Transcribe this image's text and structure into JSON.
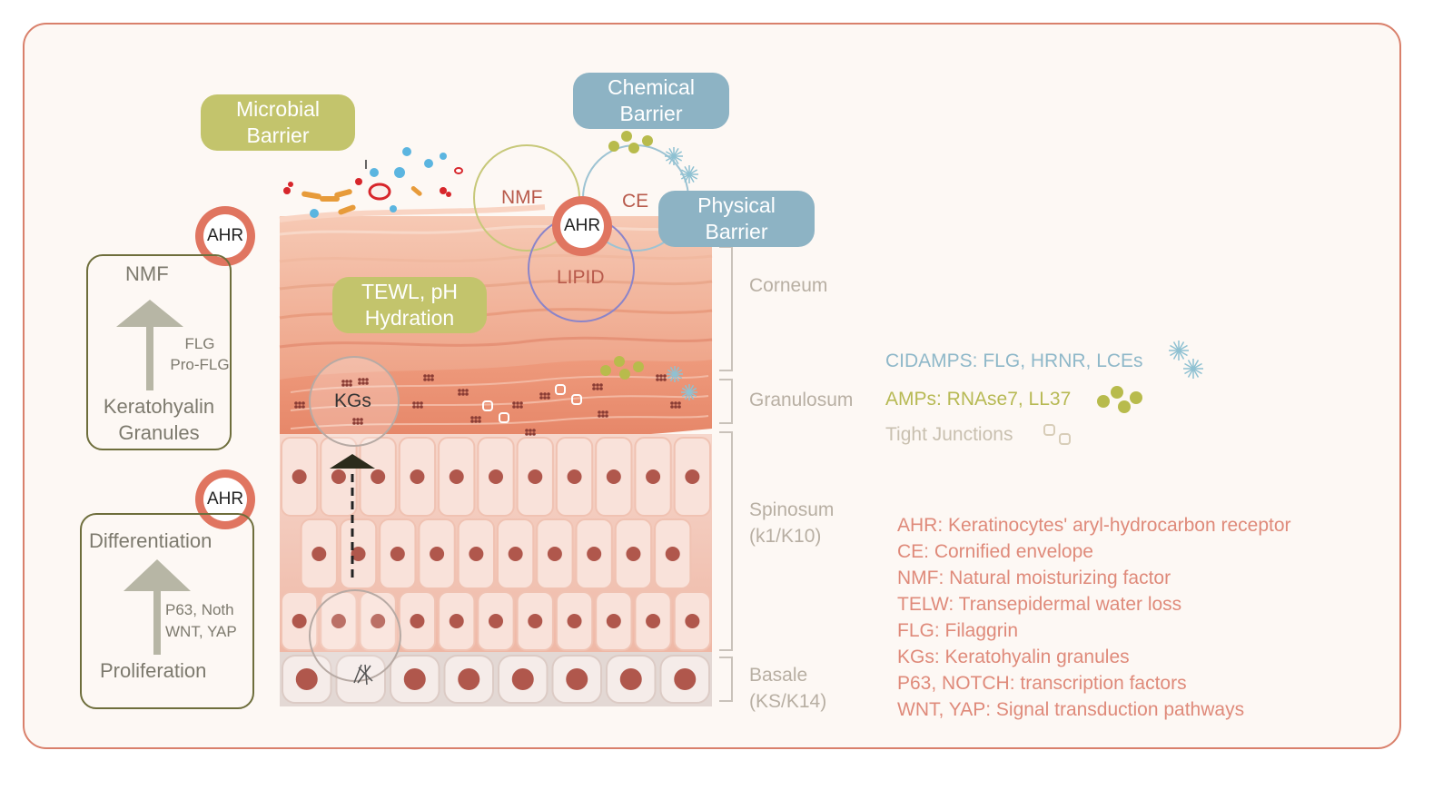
{
  "colors": {
    "frame": "#d9806b",
    "green_pill": "#c3c46c",
    "blue_pill": "#8db3c4",
    "ahr": "#e07560",
    "glossary": "#df8a7a",
    "cidamps": "#8fb8c9",
    "amps": "#b7b954"
  },
  "barriers": {
    "microbial": [
      "Microbial",
      "Barrier"
    ],
    "chemical": [
      "Chemical",
      "Barrier"
    ],
    "physical": [
      "Physical",
      "Barrier"
    ],
    "tewl": [
      "TEWL, pH",
      "Hydration"
    ]
  },
  "venn": {
    "nmf": "NMF",
    "ce": "CE",
    "lipid": "LIPID",
    "ahr": "AHR"
  },
  "ahr_label": "AHR",
  "kgs_label": "KGs",
  "left_top": {
    "top": "NMF",
    "arrow_label": [
      "FLG",
      "Pro-FLG"
    ],
    "bottom": [
      "Keratohyalin",
      "Granules"
    ]
  },
  "left_bottom": {
    "top": "Differentiation",
    "arrow_label": [
      "P63, Noth",
      "WNT, YAP"
    ],
    "bottom": "Proliferation"
  },
  "layers": {
    "corneum": "Corneum",
    "granulosum": "Granulosum",
    "spinosum": [
      "Spinosum",
      "(k1/K10)"
    ],
    "basale": [
      "Basale",
      "(KS/K14)"
    ]
  },
  "legend": {
    "cidamps": "CIDAMPS: FLG, HRNR, LCEs",
    "amps": "AMPs: RNAse7, LL37",
    "tj": "Tight Junctions"
  },
  "glossary": [
    "AHR: Keratinocytes' aryl-hydrocarbon receptor",
    "CE: Cornified envelope",
    "NMF: Natural moisturizing factor",
    "TELW: Transepidermal water loss",
    "FLG: Filaggrin",
    "KGs: Keratohyalin granules",
    "P63, NOTCH: transcription factors",
    "WNT, YAP: Signal transduction pathways"
  ]
}
